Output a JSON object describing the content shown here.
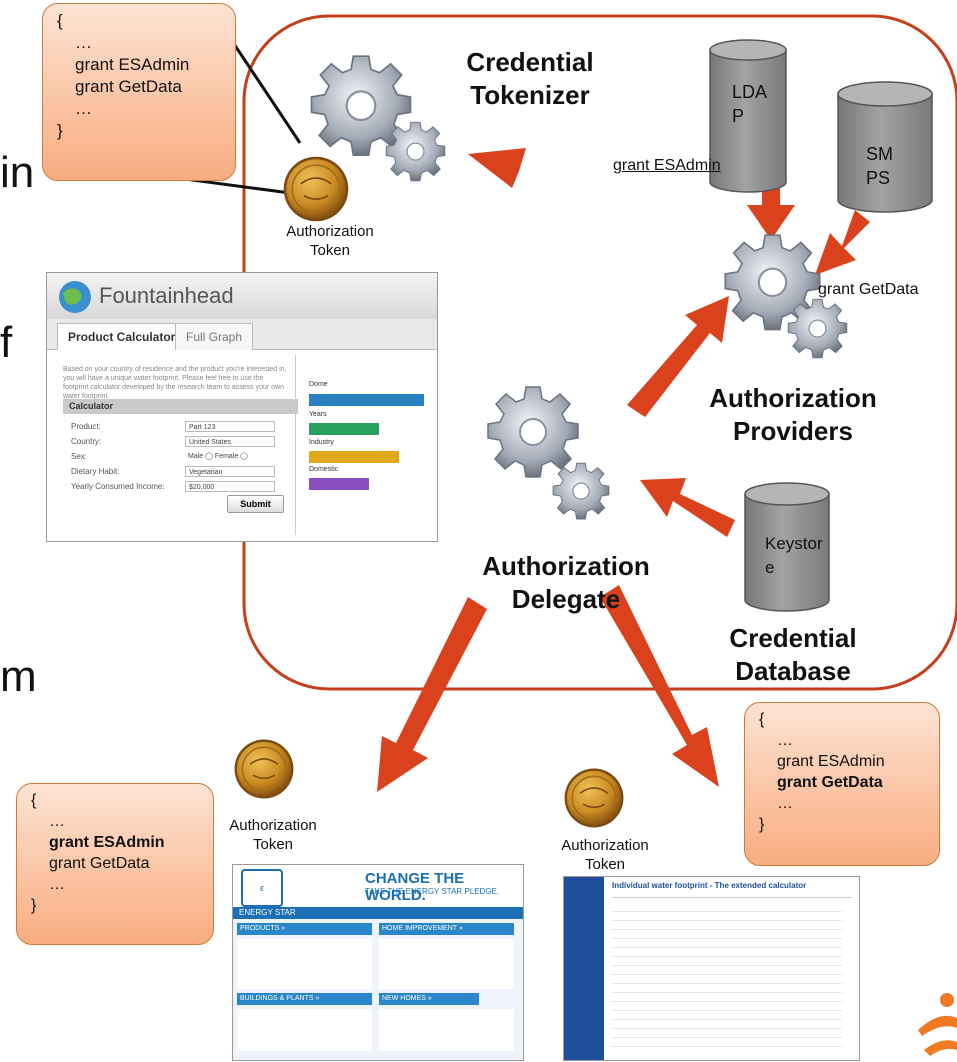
{
  "colors": {
    "arrow": "#d9421c",
    "container_border": "#c4401b",
    "cylinder": "#8c8c8c",
    "box_top": "#fde3d3",
    "box_bottom": "#f8ac80"
  },
  "nodes": {
    "credential_tokenizer": [
      "Credential",
      "Tokenizer"
    ],
    "authorization_providers": [
      "Authorization",
      "Providers"
    ],
    "authorization_delegate": [
      "Authorization",
      "Delegate"
    ],
    "credential_database": [
      "Credential",
      "Database"
    ]
  },
  "databases": {
    "ldap": [
      "LDA",
      "P"
    ],
    "smps": [
      "SM",
      "PS"
    ],
    "keystore": [
      "Keystor",
      "e"
    ]
  },
  "edge_labels": {
    "ldap_grant": "grant ESAdmin",
    "smps_grant": "grant GetData"
  },
  "tokens": {
    "label": [
      "Authorization",
      "Token"
    ]
  },
  "code_boxes": {
    "top_left": [
      "{",
      "…",
      "grant ESAdmin",
      "grant GetData",
      "…",
      "}"
    ],
    "bottom_left": [
      "{",
      "…",
      "grant ESAdmin",
      "grant GetData",
      "…",
      "}"
    ],
    "right": [
      "{",
      "…",
      "grant ESAdmin",
      "grant GetData",
      "…",
      "}"
    ]
  },
  "fountainhead": {
    "title": "Fountainhead",
    "tab_active": "Product Calculator",
    "tab_inactive": "Full Graph",
    "intro": "Based on your country of residence and the product you're interested in, you will have a unique water footprint. Please feel free to use the footprint calculator developed by the research team to assess your own water footprint.",
    "calc_header": "Calculator",
    "fields": [
      {
        "label": "Product:",
        "value": "Part 123"
      },
      {
        "label": "Country:",
        "value": "United States"
      },
      {
        "label": "Sex:",
        "value": "Male ◯  Female ◯"
      },
      {
        "label": "Dietary Habit:",
        "value": "Vegetarian"
      },
      {
        "label": "Yearly Consumed Income:",
        "value": "$20,000"
      }
    ],
    "submit": "Submit",
    "chart_labels": [
      "Dome",
      "Years",
      "Industry",
      "Domestic"
    ]
  },
  "energy_star": {
    "slogan1": "CHANGE THE WORLD.",
    "slogan2": "TAKE THE ENERGY STAR PLEDGE.",
    "logo": "ENERGY STAR",
    "section1": "PRODUCTS »",
    "section2": "HOME IMPROVEMENT »",
    "section3": "BUILDINGS & PLANTS »",
    "section4": "NEW HOMES »"
  },
  "water_calc": {
    "title": "Individual water footprint - The extended calculator"
  },
  "edge_fragments": {
    "a": "in",
    "b": "f",
    "c": "m"
  }
}
